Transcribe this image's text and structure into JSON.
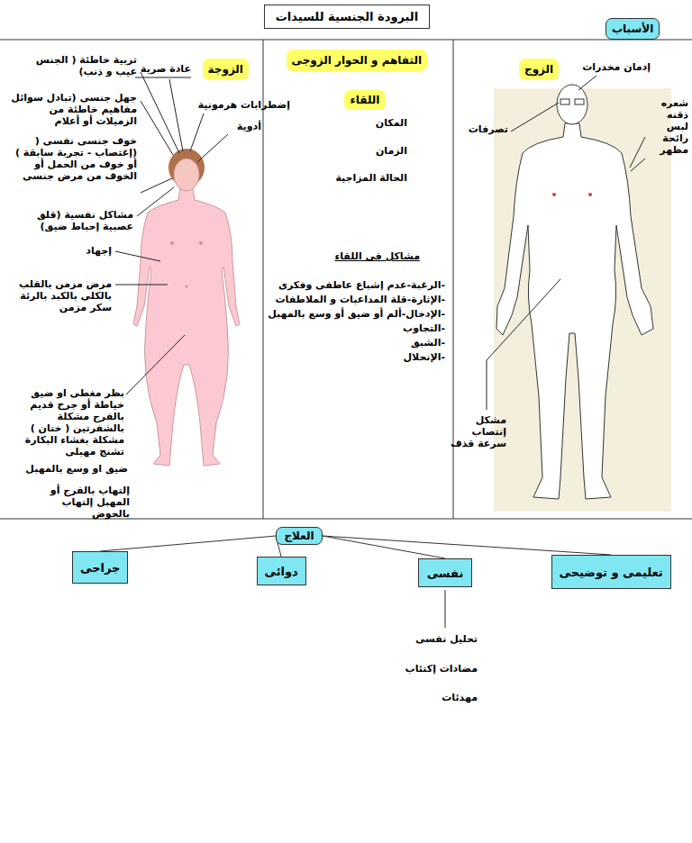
{
  "diagram": {
    "title": "البرودة الجنسية للسيدات",
    "nodes": [
      {
        "text": [
          "الأسباب"
        ]
      },
      {
        "text": [
          "الزوجة"
        ]
      },
      {
        "text": [
          "التفاهم و الحوار الزوجى"
        ]
      },
      {
        "text": [
          "الزوج"
        ]
      },
      {
        "text": [
          "اللقاء"
        ]
      },
      {
        "text": [
          "العلاج"
        ]
      },
      {
        "text": [
          "جراحى"
        ]
      },
      {
        "text": [
          "دوائى"
        ]
      },
      {
        "text": [
          "نفسى"
        ]
      },
      {
        "text": [
          "تعليمى و توضيحى"
        ]
      }
    ],
    "edges": [
      {
        "from": 5,
        "to": 6,
        "arrow": "none"
      },
      {
        "from": 5,
        "to": 7,
        "arrow": "none"
      },
      {
        "from": 5,
        "to": 8,
        "arrow": "none"
      },
      {
        "from": 5,
        "to": 9,
        "arrow": "none"
      }
    ],
    "labels": [
      "تربية خاطئة ( الجنس عيب و ذنب)",
      "عادة صرية",
      "إضطرابات هرمونية",
      "أدوية",
      "جهل جنسى (تبادل سوائل مفاهيم خاطئة من الزميلات أو أعلام",
      "خوف جنسى نفسى ( (إغتصاب - تجربة سابقة ) أو خوف من الحمل أو الخوف من مرض جنسى",
      "مشاكل نفسية (قلق عصبية إحباط ضيق)",
      "إجهاد",
      "مرض مزمن بالقلب بالكلى بالكبد بالرئة سكر مزمن",
      "بظر مغطى او ضيق خياطة أو جرح قديم بالفرج مشكلة بالشفرتين ( ختان ) مشكلة بغشاء البكارة تشنج مهبلى",
      "ضيق او وسع بالمهبل",
      "إلتهاب بالفرج أو المهبل إلتهاب بالحوض",
      "المكان",
      "الزمان",
      "الحالة المزاجية",
      "مشاكل فى اللقاء",
      "-الرغبة-عدم إشباع عاطفى وفكرى",
      "-الإثارة-قلة المداعبات و الملاطفات",
      "-الإدخال-ألم أو ضيق أو وسع بالمهبل",
      "-التجاوب",
      "-الشبق",
      "-الإنحلال",
      "إدمان مخدرات",
      "تصرفات",
      "شعره ذقنه لبس رائحة مظهر",
      "مشكل إنتصاب سرعة قذف",
      "تحليل نفسى",
      "مضادات إكتئاب",
      "مهدئات"
    ]
  }
}
